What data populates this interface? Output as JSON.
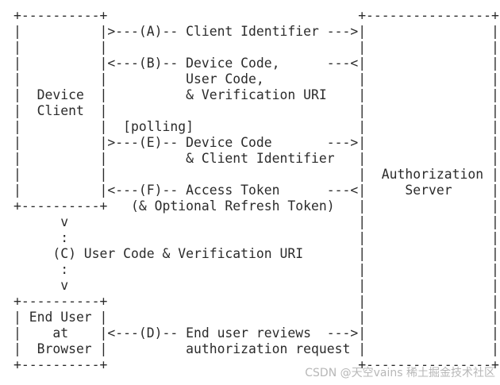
{
  "diagram": {
    "lines": [
      "+----------+                                +----------------+",
      "|          |>---(A)-- Client Identifier --->|                |",
      "|          |                                |                |",
      "|          |<---(B)-- Device Code,      ---<|                |",
      "|          |          User Code,            |                |",
      "|  Device  |          & Verification URI    |                |",
      "|  Client  |                                |                |",
      "|          |  [polling]                     |                |",
      "|          |>---(E)-- Device Code       --->|                |",
      "|          |          & Client Identifier   |                |",
      "|          |                                |  Authorization |",
      "|          |<---(F)-- Access Token      ---<|     Server     |",
      "+----------+   (& Optional Refresh Token)   |                |",
      "      v                                     |                |",
      "      :                                     |                |",
      "     (C) User Code & Verification URI       |                |",
      "      :                                     |                |",
      "      v                                     |                |",
      "+----------+                                |                |",
      "| End User |                                |                |",
      "|    at    |<---(D)-- End user reviews  --->|                |",
      "|  Browser |          authorization request |                |",
      "+----------+                                +----------------+"
    ]
  },
  "watermark": {
    "text": "CSDN @天空vains",
    "subtext": "稀土掘金技术社区"
  }
}
